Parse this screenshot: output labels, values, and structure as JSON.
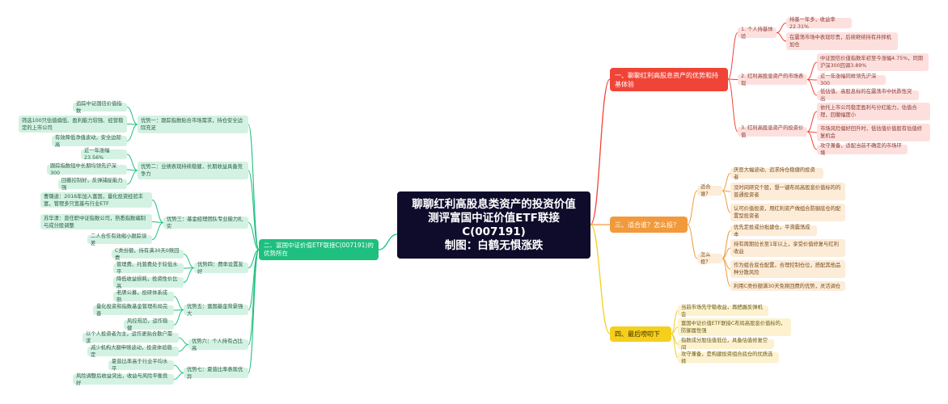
{
  "center": {
    "line1": "聊聊红利高股息类资产的投资价值",
    "line2": "测评富国中证价值ETF联接",
    "line3": "C(007191)",
    "line4": "制图：白鹤无惧涨跌"
  },
  "colors": {
    "left": "#1fbf7f",
    "red": "#f04437",
    "orange": "#f29a3b",
    "yellow": "#f5cf1d",
    "center": "#0f0b2b"
  },
  "left": {
    "label": "二、富国中证价值ETF联接C(007191)的优势所在",
    "children": [
      {
        "label": "优势一：跟踪指数贴合市场需求，持仓安全边际充足",
        "items": [
          "追踪中证国信价值指数",
          "筛选100只估值偏低、盈利能力较强、经营稳定的上市公司",
          "有效降低净值波动，安全边际高"
        ]
      },
      {
        "label": "优势二：业绩表现持续稳健，长期收益具备竞争力",
        "items": [
          "近一年涨幅23.56%",
          "跟踪指数短中长期均领先沪深300",
          "回撤控制好，反弹捕捉能力强"
        ]
      },
      {
        "label": "优势三：基金经理团队专业能力扎实",
        "items": [
          "曹璐迪：2016年加入富国，量化投资经验丰富，管理多只宽基与行业ETF",
          "苏华清：曾任职中证指数公司，熟悉指数编制与成分股调整",
          "二人合作有效缩小跟踪误差"
        ]
      },
      {
        "label": "优势四：费率设置友好",
        "items": [
          "C类份额，持有满30天0赎回费",
          "管理费、托管费处于较低水平",
          "降低收益损耗，投资性价比高"
        ]
      },
      {
        "label": "优势五：富国基金背景强大",
        "items": [
          "老牌公募，投研体系成熟",
          "量化投资和指数基金管理布局完善",
          "风控规范，运作稳健"
        ]
      },
      {
        "label": "优势六：个人持有占比高",
        "items": [
          "以个人投资者为主，运作更贴合散户需求",
          "减少机构大额申赎波动，投资体验稳定"
        ]
      },
      {
        "label": "优势七：夏普比率表现优异",
        "items": [
          "夏普比率高于行业平均水平",
          "风险调整后收益突出，收益与风险平衡良好"
        ]
      }
    ]
  },
  "red": {
    "label": "一、聊聊红利高股息资产的优势和持基体验",
    "children": [
      {
        "label": "1. 个人持基体验",
        "items": [
          "持基一年多，收益率22.31%",
          "在震荡市场中表现珍贵，后续继续持有并择机加仓"
        ]
      },
      {
        "label": "2. 红利高股息资产的市场表现",
        "items": [
          "中证国信价值指数年初至今涨幅4.75%，同期沪深300回调3.89%",
          "近一年涨幅同样领先沪深300",
          "低估值、高股息标的在震荡市中抗跌性突出"
        ]
      },
      {
        "label": "3. 红利高股息资产的投资价值",
        "items": [
          "依托上市公司稳定盈利与分红能力，估值合理，回撤幅度小",
          "市场风险偏好回升时，低估值价值股有估值修复机会",
          "攻守兼备，适配当前不确定的市场环境"
        ]
      }
    ]
  },
  "orange": {
    "label": "三、适合谁？怎么投？",
    "children": [
      {
        "label": "适合谁？",
        "items": [
          "厌恶大幅波动、追求持仓稳健的投资者",
          "没时间研究个股，想一键布局高股息价值标的的普通投资者",
          "认可价值投资，用红利资产做组合防御底仓的配置型投资者"
        ]
      },
      {
        "label": "怎么投？",
        "items": [
          "优先定投或分批建仓，平滑震荡成本",
          "持有周期拉长至1年以上，享受价值修复与红利收益",
          "作为组合底仓配置，合理控制仓位，搭配其他品种分散风险",
          "利用C类份额满30天免赎回费的优势，灵活调仓"
        ]
      }
    ]
  },
  "yellow": {
    "label": "四、最后唠叨下",
    "items": [
      "当前市场先守稳收益，再把握反弹机会",
      "富国中证价值ETF联接C布局高股息价值标的，防御属性强",
      "指数成分股估值低位，具备估值修复空间",
      "攻守兼备，是构建投资组合底仓的优质选择"
    ]
  }
}
